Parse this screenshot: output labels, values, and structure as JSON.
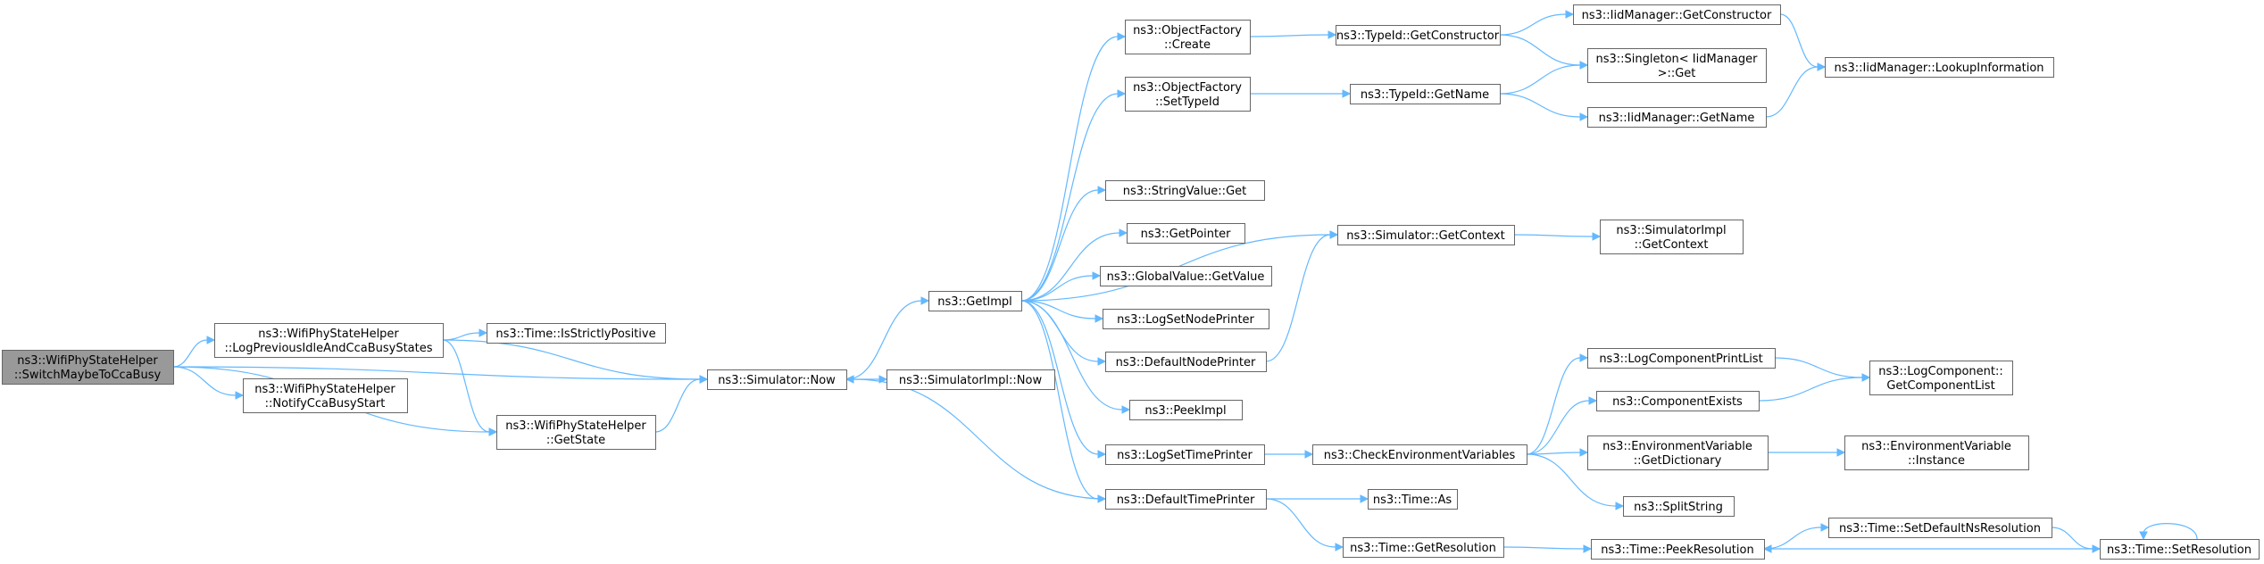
{
  "colors": {
    "edge": "#63b8ff",
    "node_border": "#666666",
    "root_fill": "#999999",
    "node_fill": "#ffffff"
  },
  "nodes": [
    {
      "id": "root",
      "lines": [
        "ns3::WifiPhyStateHelper",
        "::SwitchMaybeToCcaBusy"
      ],
      "root": true
    },
    {
      "id": "logprev",
      "lines": [
        "ns3::WifiPhyStateHelper",
        "::LogPreviousIdleAndCcaBusyStates"
      ]
    },
    {
      "id": "notify",
      "lines": [
        "ns3::WifiPhyStateHelper",
        "::NotifyCcaBusyStart"
      ]
    },
    {
      "id": "getstate",
      "lines": [
        "ns3::WifiPhyStateHelper",
        "::GetState"
      ]
    },
    {
      "id": "strictly",
      "lines": [
        "ns3::Time::IsStrictlyPositive"
      ]
    },
    {
      "id": "simnow",
      "lines": [
        "ns3::Simulator::Now"
      ]
    },
    {
      "id": "implnow",
      "lines": [
        "ns3::SimulatorImpl::Now"
      ]
    },
    {
      "id": "getimpl",
      "lines": [
        "ns3::GetImpl"
      ]
    },
    {
      "id": "ofcreate",
      "lines": [
        "ns3::ObjectFactory",
        "::Create"
      ]
    },
    {
      "id": "ofsettype",
      "lines": [
        "ns3::ObjectFactory",
        "::SetTypeId"
      ]
    },
    {
      "id": "strget",
      "lines": [
        "ns3::StringValue::Get"
      ]
    },
    {
      "id": "getptr",
      "lines": [
        "ns3::GetPointer"
      ]
    },
    {
      "id": "gvget",
      "lines": [
        "ns3::GlobalValue::GetValue"
      ]
    },
    {
      "id": "logsetnode",
      "lines": [
        "ns3::LogSetNodePrinter"
      ]
    },
    {
      "id": "defnode",
      "lines": [
        "ns3::DefaultNodePrinter"
      ]
    },
    {
      "id": "peekimpl",
      "lines": [
        "ns3::PeekImpl"
      ]
    },
    {
      "id": "logsettime",
      "lines": [
        "ns3::LogSetTimePrinter"
      ]
    },
    {
      "id": "deftime",
      "lines": [
        "ns3::DefaultTimePrinter"
      ]
    },
    {
      "id": "tidctor",
      "lines": [
        "ns3::TypeId::GetConstructor"
      ]
    },
    {
      "id": "tidname",
      "lines": [
        "ns3::TypeId::GetName"
      ]
    },
    {
      "id": "simctx",
      "lines": [
        "ns3::Simulator::GetContext"
      ]
    },
    {
      "id": "checkenv",
      "lines": [
        "ns3::CheckEnvironmentVariables"
      ]
    },
    {
      "id": "timeas",
      "lines": [
        "ns3::Time::As"
      ]
    },
    {
      "id": "timegetres",
      "lines": [
        "ns3::Time::GetResolution"
      ]
    },
    {
      "id": "iidctor",
      "lines": [
        "ns3::IidManager::GetConstructor"
      ]
    },
    {
      "id": "singleton",
      "lines": [
        "ns3::Singleton< IidManager",
        ">::Get"
      ]
    },
    {
      "id": "iidname",
      "lines": [
        "ns3::IidManager::GetName"
      ]
    },
    {
      "id": "implctx",
      "lines": [
        "ns3::SimulatorImpl",
        "::GetContext"
      ]
    },
    {
      "id": "lcprint",
      "lines": [
        "ns3::LogComponentPrintList"
      ]
    },
    {
      "id": "compexists",
      "lines": [
        "ns3::ComponentExists"
      ]
    },
    {
      "id": "envdict",
      "lines": [
        "ns3::EnvironmentVariable",
        "::GetDictionary"
      ]
    },
    {
      "id": "splitstr",
      "lines": [
        "ns3::SplitString"
      ]
    },
    {
      "id": "peekres",
      "lines": [
        "ns3::Time::PeekResolution"
      ]
    },
    {
      "id": "iidlookup",
      "lines": [
        "ns3::IidManager::LookupInformation"
      ]
    },
    {
      "id": "lcgetlist",
      "lines": [
        "ns3::LogComponent::",
        "GetComponentList"
      ]
    },
    {
      "id": "envinst",
      "lines": [
        "ns3::EnvironmentVariable",
        "::Instance"
      ]
    },
    {
      "id": "setdefns",
      "lines": [
        "ns3::Time::SetDefaultNsResolution"
      ]
    },
    {
      "id": "setres",
      "lines": [
        "ns3::Time::SetResolution"
      ]
    }
  ],
  "edges": [
    [
      "root",
      "logprev"
    ],
    [
      "root",
      "notify"
    ],
    [
      "root",
      "getstate"
    ],
    [
      "root",
      "simnow"
    ],
    [
      "logprev",
      "strictly"
    ],
    [
      "logprev",
      "simnow"
    ],
    [
      "logprev",
      "getstate"
    ],
    [
      "getstate",
      "simnow"
    ],
    [
      "simnow",
      "getimpl"
    ],
    [
      "simnow",
      "implnow"
    ],
    [
      "getimpl",
      "ofcreate"
    ],
    [
      "getimpl",
      "ofsettype"
    ],
    [
      "getimpl",
      "simctx"
    ],
    [
      "getimpl",
      "strget"
    ],
    [
      "getimpl",
      "getptr"
    ],
    [
      "getimpl",
      "gvget"
    ],
    [
      "getimpl",
      "logsetnode"
    ],
    [
      "getimpl",
      "defnode"
    ],
    [
      "getimpl",
      "peekimpl"
    ],
    [
      "getimpl",
      "logsettime"
    ],
    [
      "getimpl",
      "deftime"
    ],
    [
      "deftime",
      "simnow"
    ],
    [
      "ofcreate",
      "tidctor"
    ],
    [
      "ofsettype",
      "tidname"
    ],
    [
      "tidctor",
      "iidctor"
    ],
    [
      "tidctor",
      "singleton"
    ],
    [
      "tidname",
      "singleton"
    ],
    [
      "tidname",
      "iidname"
    ],
    [
      "iidctor",
      "iidlookup"
    ],
    [
      "iidname",
      "iidlookup"
    ],
    [
      "defnode",
      "simctx"
    ],
    [
      "simctx",
      "implctx"
    ],
    [
      "logsettime",
      "checkenv"
    ],
    [
      "checkenv",
      "lcprint"
    ],
    [
      "checkenv",
      "compexists"
    ],
    [
      "checkenv",
      "envdict"
    ],
    [
      "checkenv",
      "splitstr"
    ],
    [
      "lcprint",
      "lcgetlist"
    ],
    [
      "compexists",
      "lcgetlist"
    ],
    [
      "envdict",
      "envinst"
    ],
    [
      "deftime",
      "timeas"
    ],
    [
      "deftime",
      "timegetres"
    ],
    [
      "timegetres",
      "peekres"
    ],
    [
      "peekres",
      "setdefns"
    ],
    [
      "setdefns",
      "setres"
    ],
    [
      "setres",
      "peekres"
    ],
    [
      "setres",
      "setres"
    ]
  ]
}
